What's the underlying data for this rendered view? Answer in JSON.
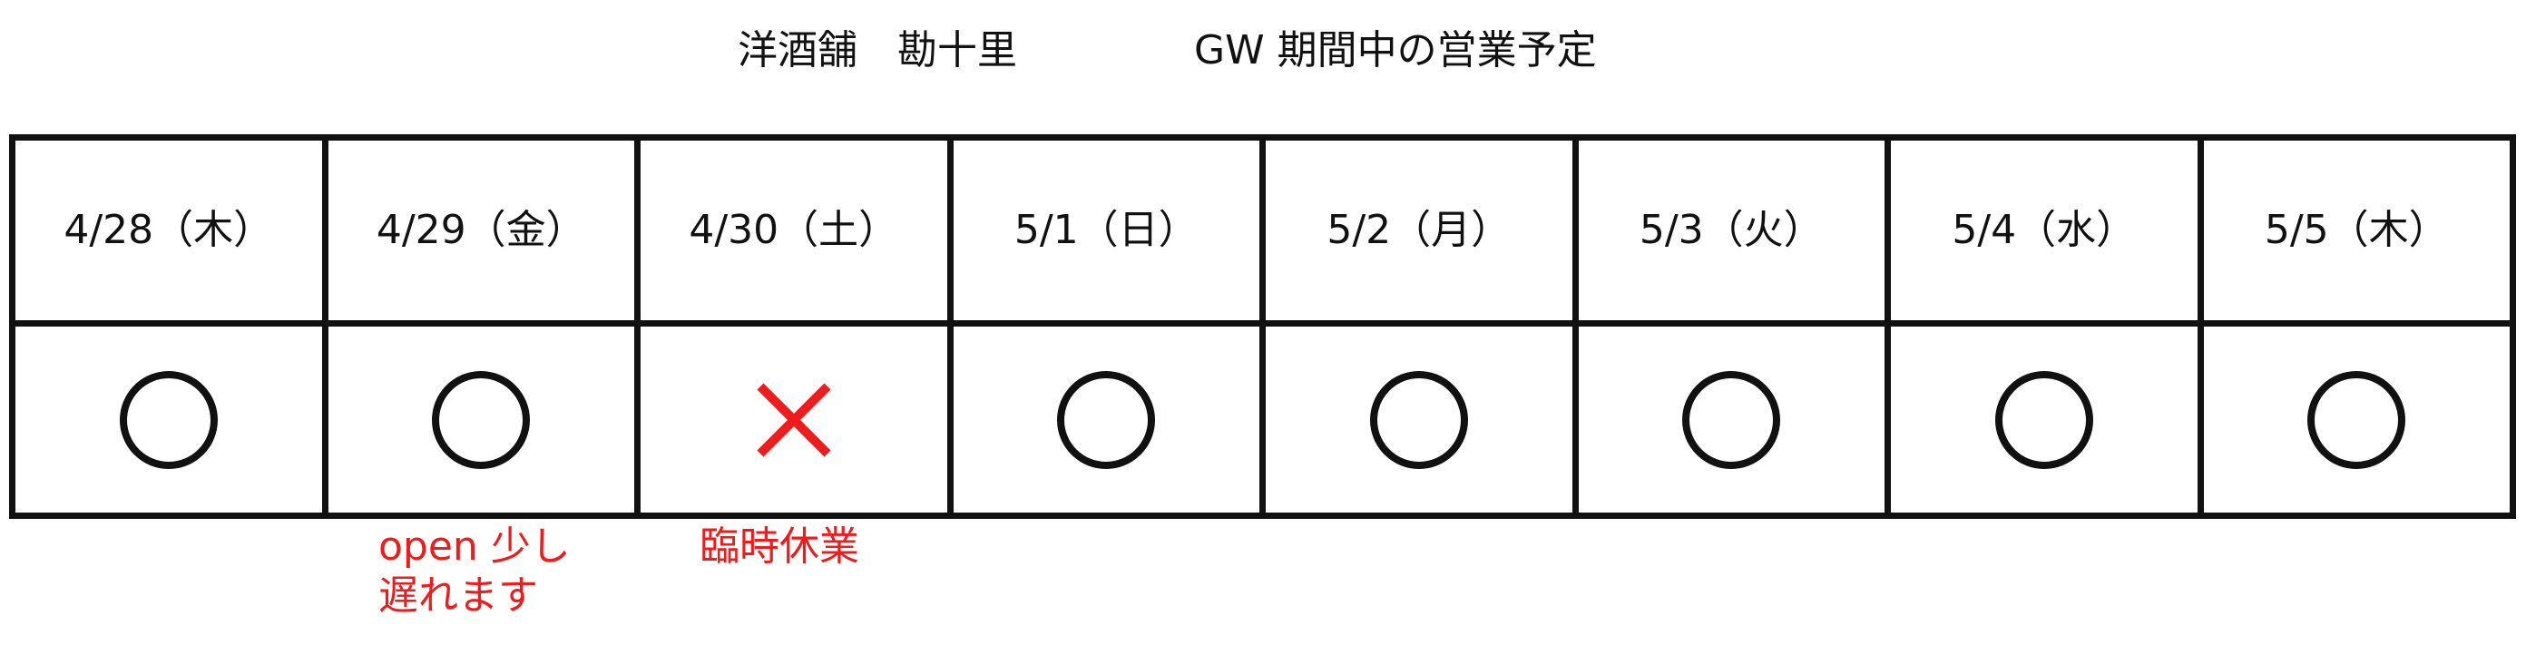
{
  "title": {
    "shop": "洋酒舗　勘十里",
    "period": "GW 期間中の営業予定"
  },
  "colors": {
    "border": "#111111",
    "open": "#111111",
    "closed": "#ee1c1c",
    "note": "#ee1c1c"
  },
  "days": [
    {
      "date": "4/28（木）",
      "status": "open",
      "icon": "circle-icon"
    },
    {
      "date": "4/29（金）",
      "status": "open",
      "icon": "circle-icon"
    },
    {
      "date": "4/30（土）",
      "status": "closed",
      "icon": "cross-icon"
    },
    {
      "date": "5/1（日）",
      "status": "open",
      "icon": "circle-icon"
    },
    {
      "date": "5/2（月）",
      "status": "open",
      "icon": "circle-icon"
    },
    {
      "date": "5/3（火）",
      "status": "open",
      "icon": "circle-icon"
    },
    {
      "date": "5/4（水）",
      "status": "open",
      "icon": "circle-icon"
    },
    {
      "date": "5/5（木）",
      "status": "open",
      "icon": "circle-icon"
    }
  ],
  "notes": {
    "apr29_line1": "open 少し",
    "apr29_line2": "遅れます",
    "apr30": "臨時休業"
  }
}
